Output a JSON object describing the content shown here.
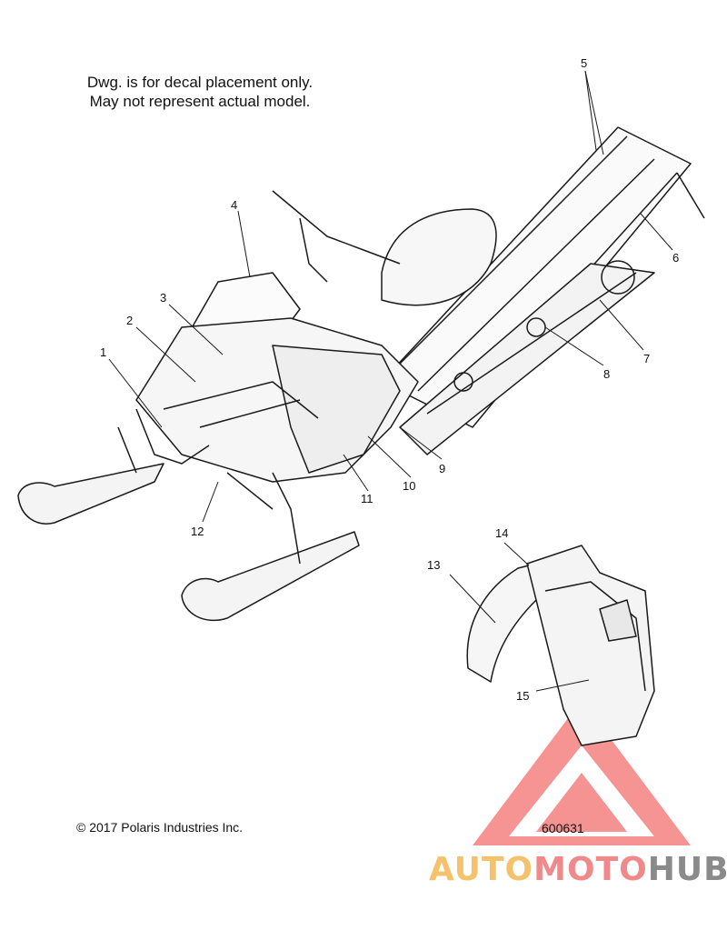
{
  "note": {
    "line1": "Dwg. is for decal placement only.",
    "line2": "May not represent actual model."
  },
  "callouts": [
    {
      "label": "1"
    },
    {
      "label": "2"
    },
    {
      "label": "3"
    },
    {
      "label": "4"
    },
    {
      "label": "5"
    },
    {
      "label": "6"
    },
    {
      "label": "7"
    },
    {
      "label": "8"
    },
    {
      "label": "9"
    },
    {
      "label": "10"
    },
    {
      "label": "11"
    },
    {
      "label": "12"
    },
    {
      "label": "13"
    },
    {
      "label": "14"
    },
    {
      "label": "15"
    }
  ],
  "copyright": "© 2017 Polaris Industries Inc.",
  "drawing_number": "600631",
  "watermark": {
    "part1": "AUTO",
    "part2": "MOTO",
    "part3": "HUB",
    "colors": {
      "part1": "#f4c26a",
      "part2": "#f08a8a",
      "part3": "#8a8a8a"
    }
  },
  "colors": {
    "line": "#1a1a1a",
    "watermark_logo": "#f26b6b"
  }
}
